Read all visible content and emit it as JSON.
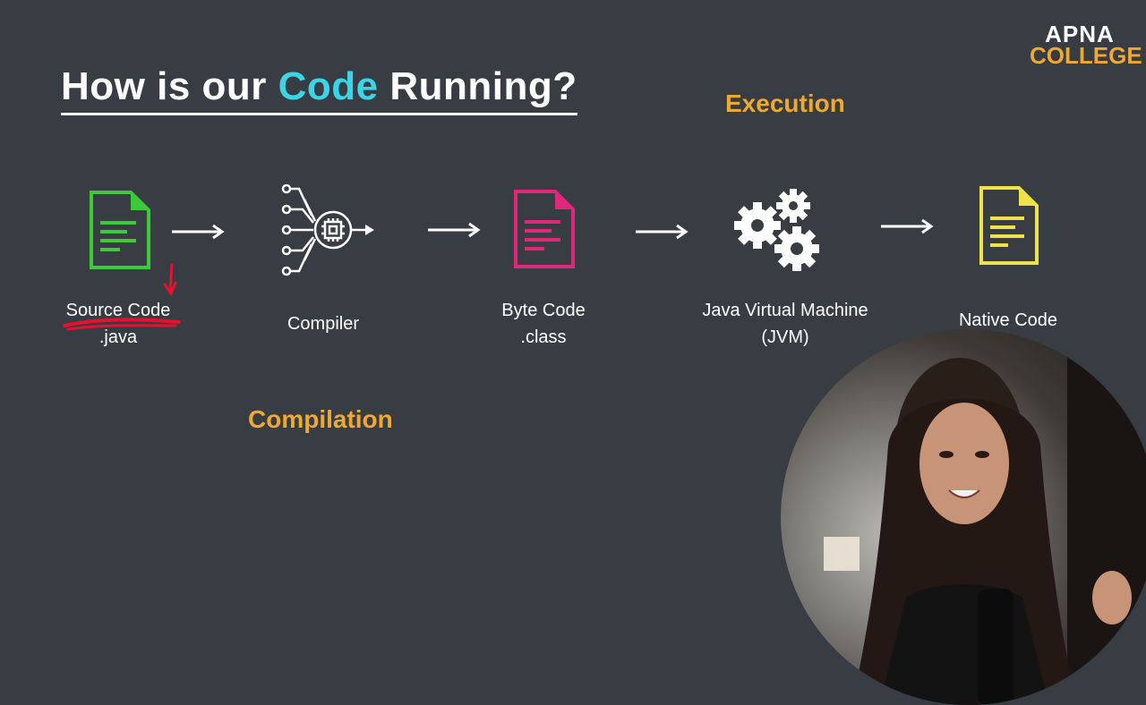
{
  "title": {
    "prefix": "How is our ",
    "accent": "Code",
    "suffix": " Running?"
  },
  "logo": {
    "line1": "APNA",
    "line2": "COLLEGE"
  },
  "phases": {
    "execution": "Execution",
    "compilation": "Compilation"
  },
  "steps": {
    "source": {
      "name": "Source Code",
      "ext": ".java",
      "color": "#3fc83c"
    },
    "compiler": {
      "name": "Compiler"
    },
    "bytecode": {
      "name": "Byte Code",
      "ext": ".class",
      "color": "#e0287a"
    },
    "jvm": {
      "name": "Java Virtual Machine",
      "ext": "(JVM)"
    },
    "native": {
      "name": "Native Code",
      "color": "#f2e24a"
    }
  },
  "colors": {
    "background": "#373d43",
    "accent": "#3ad6e8",
    "phase": "#f0a830",
    "annotation": "#e8112d"
  }
}
